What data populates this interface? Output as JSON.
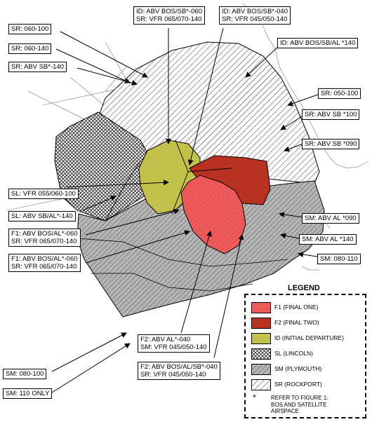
{
  "callouts": {
    "sr_060_100": "SR: 060-100",
    "sr_060_140": "SR: 060-140",
    "sr_abv_sb_140": "SR: ABV SB*-140",
    "id_line1": "ID: ABV BOS/SB*-060",
    "id_line2": "SR: VFR 065/070-140",
    "top_mid_line1": "ID: ABV BOS/SB*-040",
    "top_mid_line2": "SR: VFR 045/050-140",
    "id_right": "ID: ABV BOS/SB/AL *140",
    "sr_050_100": "SR: 050-100",
    "sr_abv_sb_100": "SR: ABV SB *100",
    "sr_abv_sb_090": "SR: ABV SB *090",
    "sl_vfr": "SL: VFR 055/060-100",
    "sl_abv": "SL: ABV SB/AL*-140",
    "sm_abv_al_090": "SM: ABV AL *090",
    "sm_abv_al_140": "SM: ABV AL *140",
    "sm_080_110": "SM: 080-110",
    "f1a_line1": "F1: ABV BOS/AL*-060",
    "f1a_line2": "SR: VFR 065/070-140",
    "f1b_line1": "F1: ABV BOS/AL*-060",
    "f1b_line2": "SR: VFR 065/070-140",
    "sm_080_100": "SM: 080-100",
    "sm_110_only": "SM: 110 ONLY",
    "f2a_line1": "F2: ABV AL*-040",
    "f2a_line2": "SM: VFR 045/050-140",
    "f2b_line1": "F2: ABV BOS/AL/SB*-040",
    "f2b_line2": "SR: VFR 045/050-140"
  },
  "legend": {
    "title": "LEGEND",
    "items": [
      {
        "label": "F1 (FINAL ONE)",
        "color": "#ef5b5b"
      },
      {
        "label": "F2 (FINAL TWO)",
        "color": "#b83222"
      },
      {
        "label": "ID (INITIAL DEPARTURE)",
        "color": "#c2c24a"
      },
      {
        "label": "SL (LINCOLN)",
        "color": "crosshatch"
      },
      {
        "label": "SM (PLYMOUTH)",
        "color": "#b5b5b5"
      },
      {
        "label": "SR (ROCKPORT)",
        "color": "hatch"
      }
    ],
    "note_symbol": "*",
    "note_lines": [
      "REFER TO FIGURE 1:",
      "BOS AND SATELLITE",
      "AIRSPACE"
    ]
  },
  "colors": {
    "f1": "#ef5b5b",
    "f2": "#b83222",
    "id": "#c2c24a",
    "sm": "#b5b5b5"
  }
}
